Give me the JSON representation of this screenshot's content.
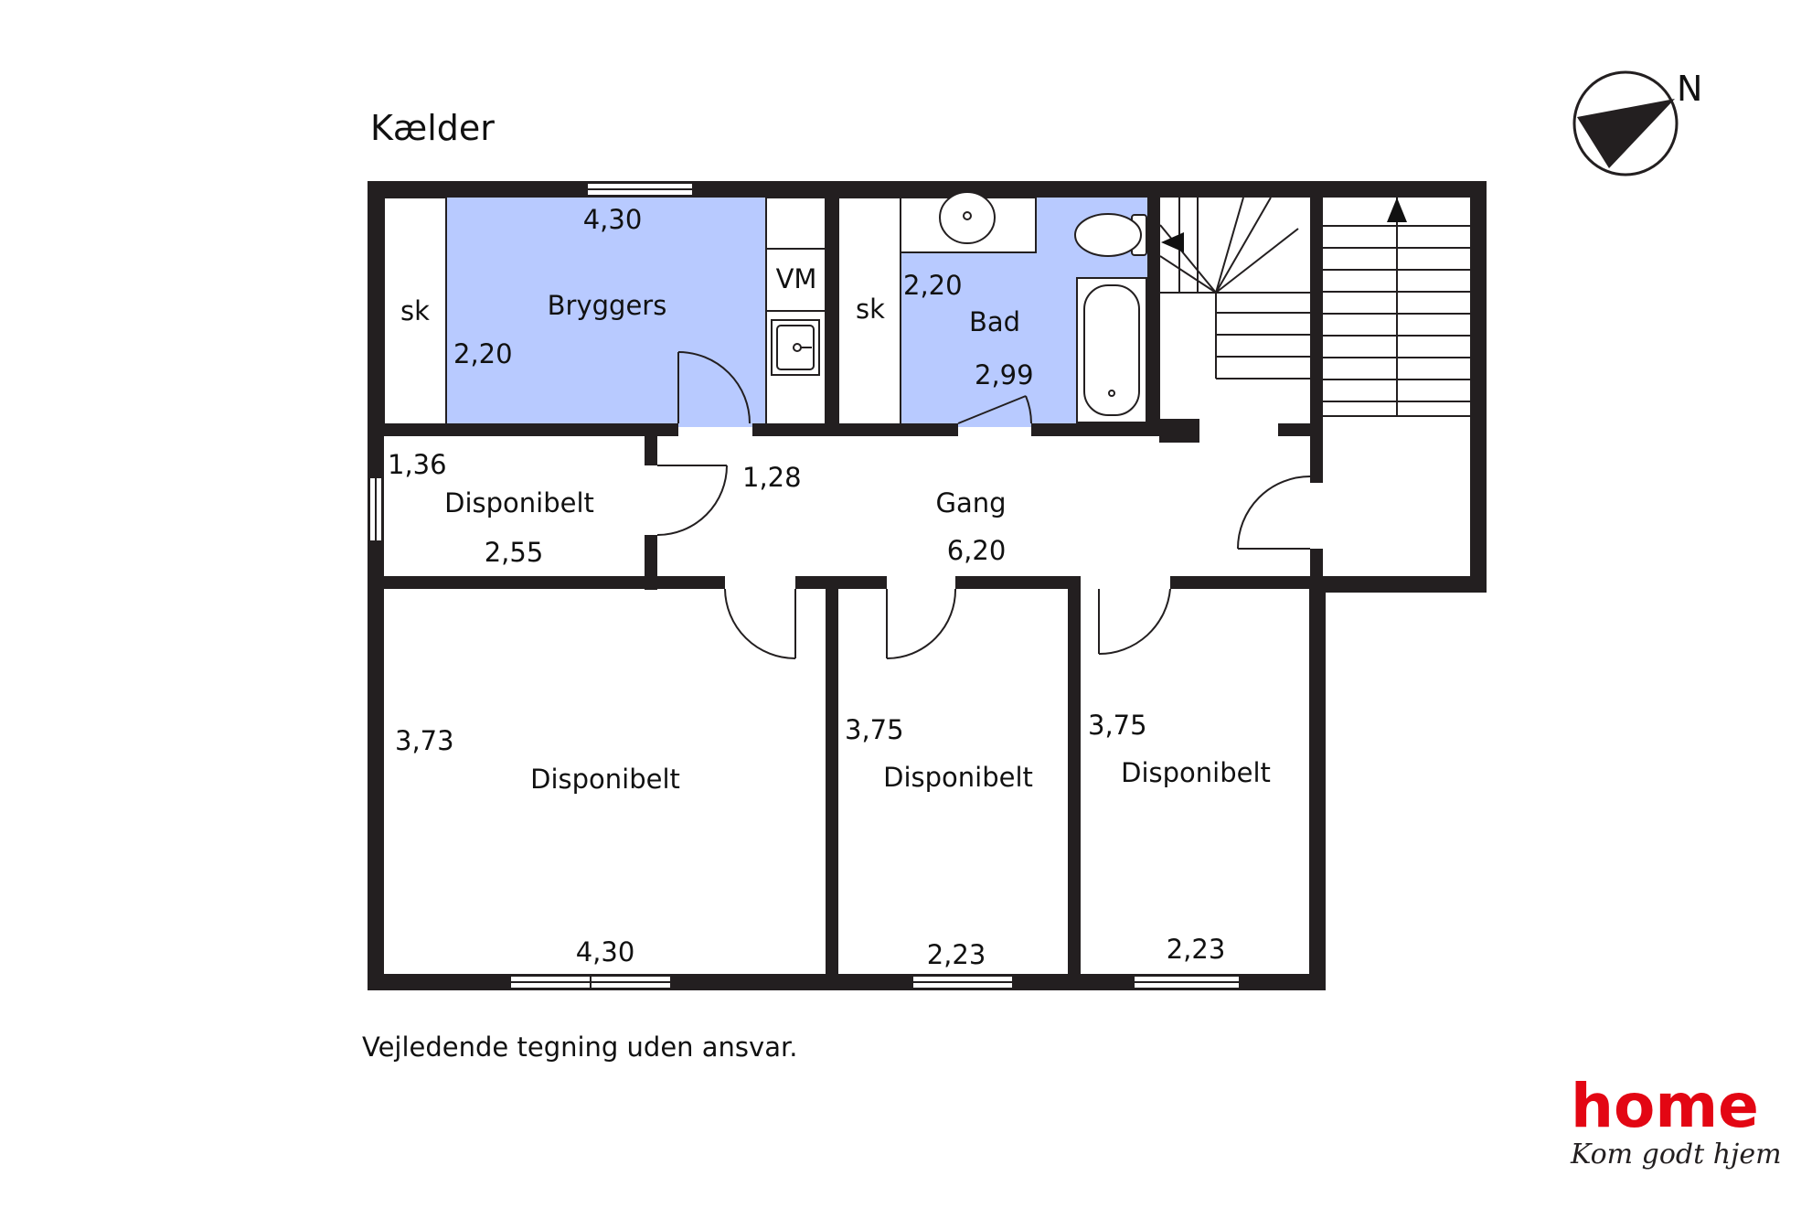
{
  "title": "Kælder",
  "disclaimer": "Vejledende tegning uden ansvar.",
  "compass": {
    "label": "N"
  },
  "brand": {
    "name": "home",
    "tagline": "Kom godt hjem",
    "color": "#e30613"
  },
  "colors": {
    "wall": "#231f20",
    "wet_room": "#b8caff",
    "background": "#ffffff"
  },
  "rooms": {
    "bryggers": {
      "name": "Bryggers",
      "dim_width": "4,30",
      "dim_depth": "2,20",
      "closet": "sk",
      "appliance": "VM"
    },
    "bad": {
      "name": "Bad",
      "dim_width": "2,99",
      "dim_depth": "2,20",
      "closet": "sk"
    },
    "gang": {
      "name": "Gang",
      "dim_width": "6,20",
      "dim_depth": "1,28"
    },
    "disp_small": {
      "name": "Disponibelt",
      "dim_width": "2,55",
      "dim_depth": "1,36"
    },
    "disp_large": {
      "name": "Disponibelt",
      "dim_width": "4,30",
      "dim_depth": "3,73"
    },
    "disp_mid": {
      "name": "Disponibelt",
      "dim_width": "2,23",
      "dim_depth": "3,75"
    },
    "disp_right": {
      "name": "Disponibelt",
      "dim_width": "2,23",
      "dim_depth": "3,75"
    }
  }
}
